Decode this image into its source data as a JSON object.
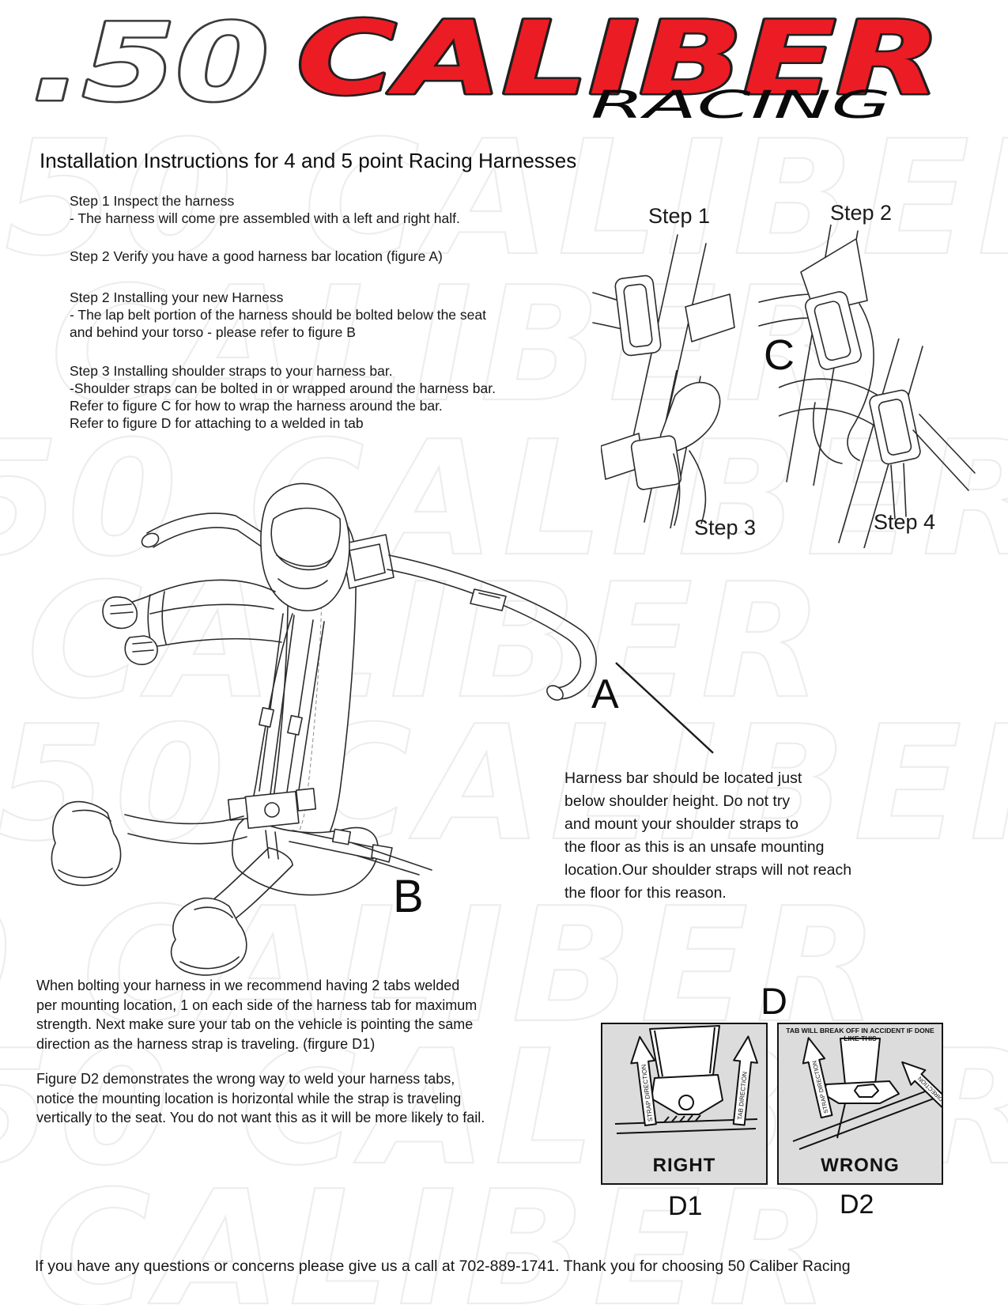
{
  "logo": {
    "fifty": ".50",
    "caliber": "CALIBER",
    "racing": "RACING",
    "red": "#ec1c24",
    "outline_dark": "#3b3b3b"
  },
  "watermark": {
    "text": ".50 CALIBER"
  },
  "title": "Installation Instructions for 4 and 5 point Racing Harnesses",
  "steps": {
    "step1": "Step 1 Inspect the harness\n- The harness will come pre assembled with a left and right half.",
    "step2a": "Step 2 Verify you have a good harness bar location (figure A)",
    "step2b": "Step 2 Installing your new Harness\n- The lap belt portion of the harness should be bolted below the seat\nand behind your torso - please refer to figure B",
    "step3": "Step 3 Installing shoulder straps to your harness bar.\n-Shoulder straps can be bolted in or wrapped around the harness bar.\nRefer to figure C for how to wrap the harness around the bar.\nRefer to figure D for attaching to a welded in tab"
  },
  "figures": {
    "step1_label": "Step 1",
    "step2_label": "Step 2",
    "step3_label": "Step 3",
    "step4_label": "Step 4",
    "c_label": "C",
    "a_label": "A",
    "b_label": "B",
    "d_label": "D"
  },
  "harness_bar_note": "Harness bar should be located just\nbelow shoulder height. Do not try\nand mount your shoulder straps to\nthe floor as this is an unsafe mounting\nlocation.Our shoulder straps will not reach\nthe floor for this reason.",
  "bolting_note_1": "When bolting your harness in we recommend having 2 tabs welded\nper mounting location, 1 on each side of the harness tab for maximum\nstrength. Next make sure your tab on the vehicle is pointing the same\ndirection as the harness strap is traveling. (firgure D1)",
  "bolting_note_2": "Figure D2 demonstrates the wrong way to weld your harness tabs,\nnotice the mounting location is horizontal while the strap is traveling\nvertically to the seat. You do not want this as it will be more likely to fail.",
  "d1": {
    "label": "D1",
    "caption": "RIGHT",
    "strap_arrow": "STRAP DIRECTION",
    "tab_arrow": "TAB DIRECTION"
  },
  "d2": {
    "label": "D2",
    "caption": "WRONG",
    "header": "TAB WILL BREAK OFF IN ACCIDENT IF DONE LIKE THIS",
    "strap_arrow": "STRAP DIRECTION",
    "tab_arrow": "TAB DIRECTION"
  },
  "footer": "If you have any questions or concerns please give us a call at 702-889-1741. Thank you for choosing 50 Caliber Racing"
}
